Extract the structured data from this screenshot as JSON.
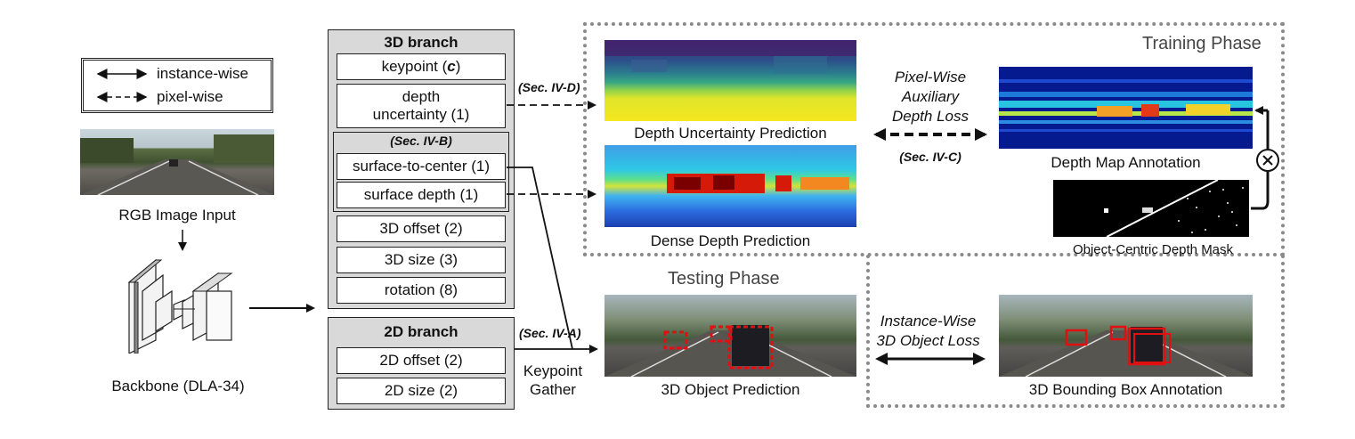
{
  "legend": {
    "instance_label": "instance-wise",
    "pixel_label": "pixel-wise"
  },
  "input": {
    "caption": "RGB Image Input"
  },
  "backbone": {
    "caption": "Backbone (DLA-34)"
  },
  "branch3d": {
    "title": "3D branch",
    "keypoint": "keypoint (",
    "keypoint_var": "c",
    "keypoint_end": ")",
    "depth_uncertainty_line1": "depth",
    "depth_uncertainty_line2": "uncertainty (1)",
    "sec_ivb": "(Sec. IV-B)",
    "surface_to_center": "surface-to-center (1)",
    "surface_depth": "surface depth (1)",
    "offset3d": "3D offset (2)",
    "size3d": "3D size (3)",
    "rotation": "rotation (8)"
  },
  "branch2d": {
    "title": "2D branch",
    "offset2d": "2D offset (2)",
    "size2d": "2D size (2)"
  },
  "sections": {
    "sec_ivd": "(Sec. IV-D)",
    "sec_iva": "(Sec. IV-A)",
    "sec_ivc": "(Sec. IV-C)"
  },
  "keypoint_gather": {
    "line1": "Keypoint",
    "line2": "Gather"
  },
  "training": {
    "phase_label": "Training Phase",
    "depth_uncertainty_caption": "Depth Uncertainty Prediction",
    "dense_depth_caption": "Dense Depth Prediction",
    "loss_line1": "Pixel-Wise",
    "loss_line2": "Auxiliary",
    "loss_line3": "Depth Loss",
    "depth_map_caption": "Depth Map Annotation",
    "mask_caption": "Object-Centric Depth Mask",
    "multiply_symbol": "⊗"
  },
  "testing": {
    "phase_label": "Testing Phase",
    "prediction_caption": "3D Object Prediction",
    "loss_line1": "Instance-Wise",
    "loss_line2": "3D Object Loss",
    "annotation_caption": "3D Bounding Box Annotation"
  },
  "colors": {
    "branch_fill": "#d9d9d9",
    "dotted_border": "#8a8a8a",
    "box_red": "#e01010"
  }
}
